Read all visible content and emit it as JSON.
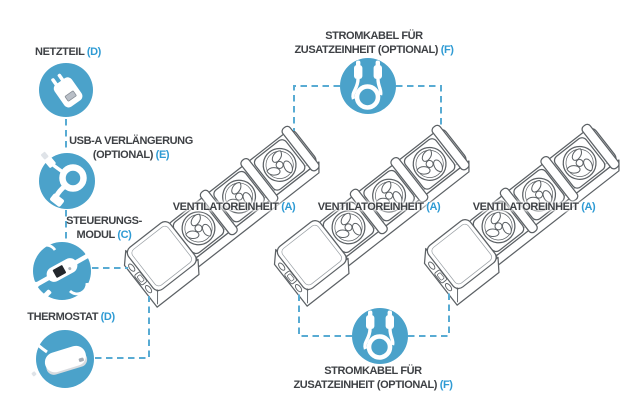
{
  "labels": {
    "netzteil": {
      "text": "NETZTEIL",
      "code": "(D)"
    },
    "usb_extension": {
      "line1": "USB-A VERLÄNGERUNG",
      "line2": "(OPTIONAL)",
      "code": "(E)"
    },
    "control_module": {
      "line1": "STEUERUNGS-",
      "line2": "MODUL",
      "code": "(C)"
    },
    "thermostat": {
      "text": "THERMOSTAT",
      "code": "(D)"
    },
    "fan_unit_1": {
      "text": "VENTILATOREINHEIT",
      "code": "(A)"
    },
    "fan_unit_2": {
      "text": "VENTILATOREINHEIT",
      "code": "(A)"
    },
    "fan_unit_3": {
      "text": "VENTILATOREINHEIT",
      "code": "(A)"
    },
    "power_cable_top": {
      "line1": "STROMKABEL FÜR",
      "line2": "ZUSATZEINHEIT (OPTIONAL)",
      "code": "(F)"
    },
    "power_cable_bottom": {
      "line1": "STROMKABEL FÜR",
      "line2": "ZUSATZEINHEIT (OPTIONAL)",
      "code": "(F)"
    }
  },
  "colors": {
    "circle_blue": "#4ba2ca",
    "code_blue": "#2f9bd4",
    "label_text": "#3e4145",
    "dashed_line": "#58abd3",
    "line_art": "#5c6165"
  },
  "icons": [
    "power-adapter-icon",
    "usb-extension-cable-icon",
    "control-module-icon",
    "thermostat-icon",
    "power-cable-icon",
    "power-cable-icon"
  ]
}
